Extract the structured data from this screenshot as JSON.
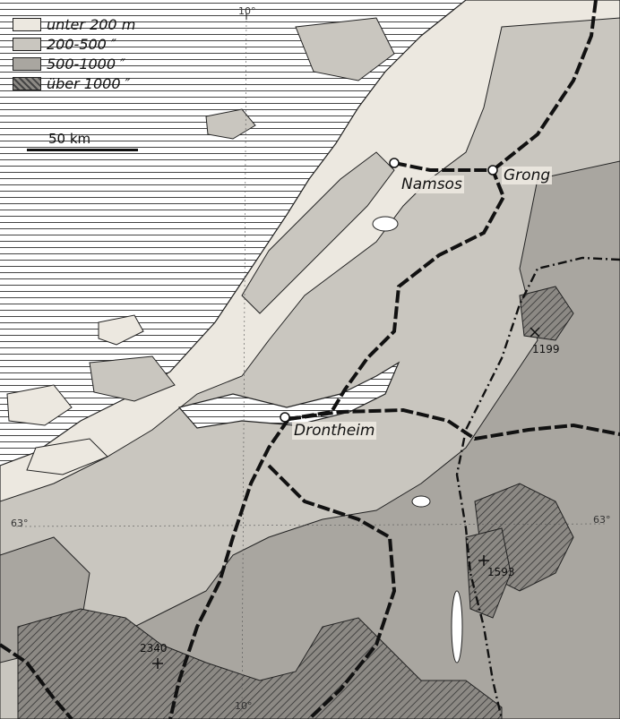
{
  "legend": {
    "items": [
      {
        "label": "unter 200 m",
        "color": "#ece8e0"
      },
      {
        "label": "200-500  ″",
        "color": "#c9c6bf"
      },
      {
        "label": "500-1000  ″",
        "color": "#a9a6a0"
      },
      {
        "label": "über 1000  ″",
        "color": "#8c8984",
        "hatched": true
      }
    ]
  },
  "scale": {
    "label": "50 km"
  },
  "cities": {
    "namsos": "Namsos",
    "grong": "Grong",
    "drontheim": "Drontheim"
  },
  "elevations": {
    "e1199": "1199",
    "e1593": "1593",
    "e2340": "2340"
  },
  "grid_labels": {
    "lon_top": "10°",
    "lon_bottom": "10°",
    "lat_left": "63°",
    "lat_right": "63°"
  },
  "colors": {
    "sea": "#ffffff",
    "lowland": "#ece8e0",
    "hills": "#c9c6bf",
    "upland": "#a9a6a0",
    "mountains": "#8c8984",
    "railway": "#111111",
    "border": "#111111"
  }
}
